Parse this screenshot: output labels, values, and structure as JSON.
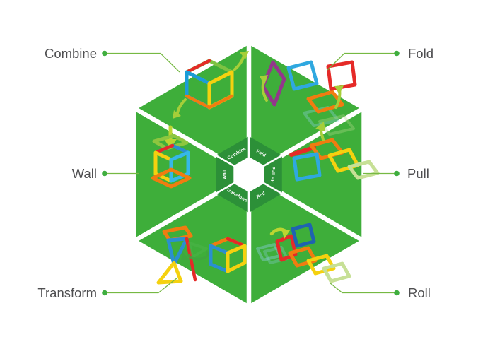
{
  "callouts": {
    "combine": "Combine",
    "fold": "Fold",
    "wall": "Wall",
    "pull": "Pull",
    "transform": "Transform",
    "roll": "Roll"
  },
  "ring_labels": {
    "combine": "Combine",
    "fold": "Fold",
    "pull_up": "Pull up",
    "roll": "Roll",
    "transform": "Transform",
    "wall": "Wall"
  },
  "colors": {
    "segment_green": "#3EAE3A",
    "ring_green": "#2C9038",
    "center_hole": "#FFFFFF",
    "divider_white": "#FFFFFF",
    "ring_text": "#FFFFFF",
    "callout_text": "#4F4F51",
    "leader_line": "#76B943",
    "leader_dot": "#3FAE3F",
    "background": "#FFFFFF"
  }
}
